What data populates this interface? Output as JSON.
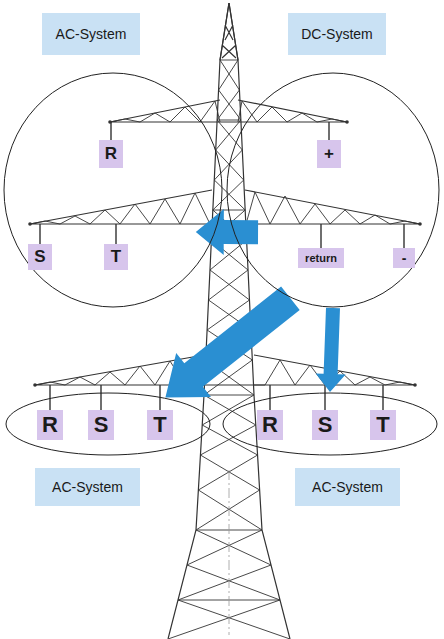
{
  "diagram": {
    "nodes": [
      {
        "text": [
          "AC-System"
        ]
      },
      {
        "text": [
          "R"
        ],
        "in": 0
      },
      {
        "text": [
          "S"
        ],
        "in": 0
      },
      {
        "text": [
          "T"
        ],
        "in": 0
      },
      {
        "text": [
          "DC-System"
        ]
      },
      {
        "text": [
          "+"
        ],
        "in": 4
      },
      {
        "text": [
          "return"
        ],
        "in": 4
      },
      {
        "text": [
          "-"
        ],
        "in": 4
      },
      {
        "text": [
          "AC-System"
        ]
      },
      {
        "text": [
          "R"
        ],
        "in": 8
      },
      {
        "text": [
          "S"
        ],
        "in": 8
      },
      {
        "text": [
          "T"
        ],
        "in": 8
      },
      {
        "text": [
          "AC-System"
        ]
      },
      {
        "text": [
          "R"
        ],
        "in": 12
      },
      {
        "text": [
          "S"
        ],
        "in": 12
      },
      {
        "text": [
          "T"
        ],
        "in": 12
      }
    ],
    "edges": [
      {
        "from": 4,
        "to": 0,
        "arrow": "to"
      },
      {
        "from": 4,
        "to": 8,
        "arrow": "to"
      },
      {
        "from": 4,
        "to": 12,
        "arrow": "to"
      }
    ]
  }
}
